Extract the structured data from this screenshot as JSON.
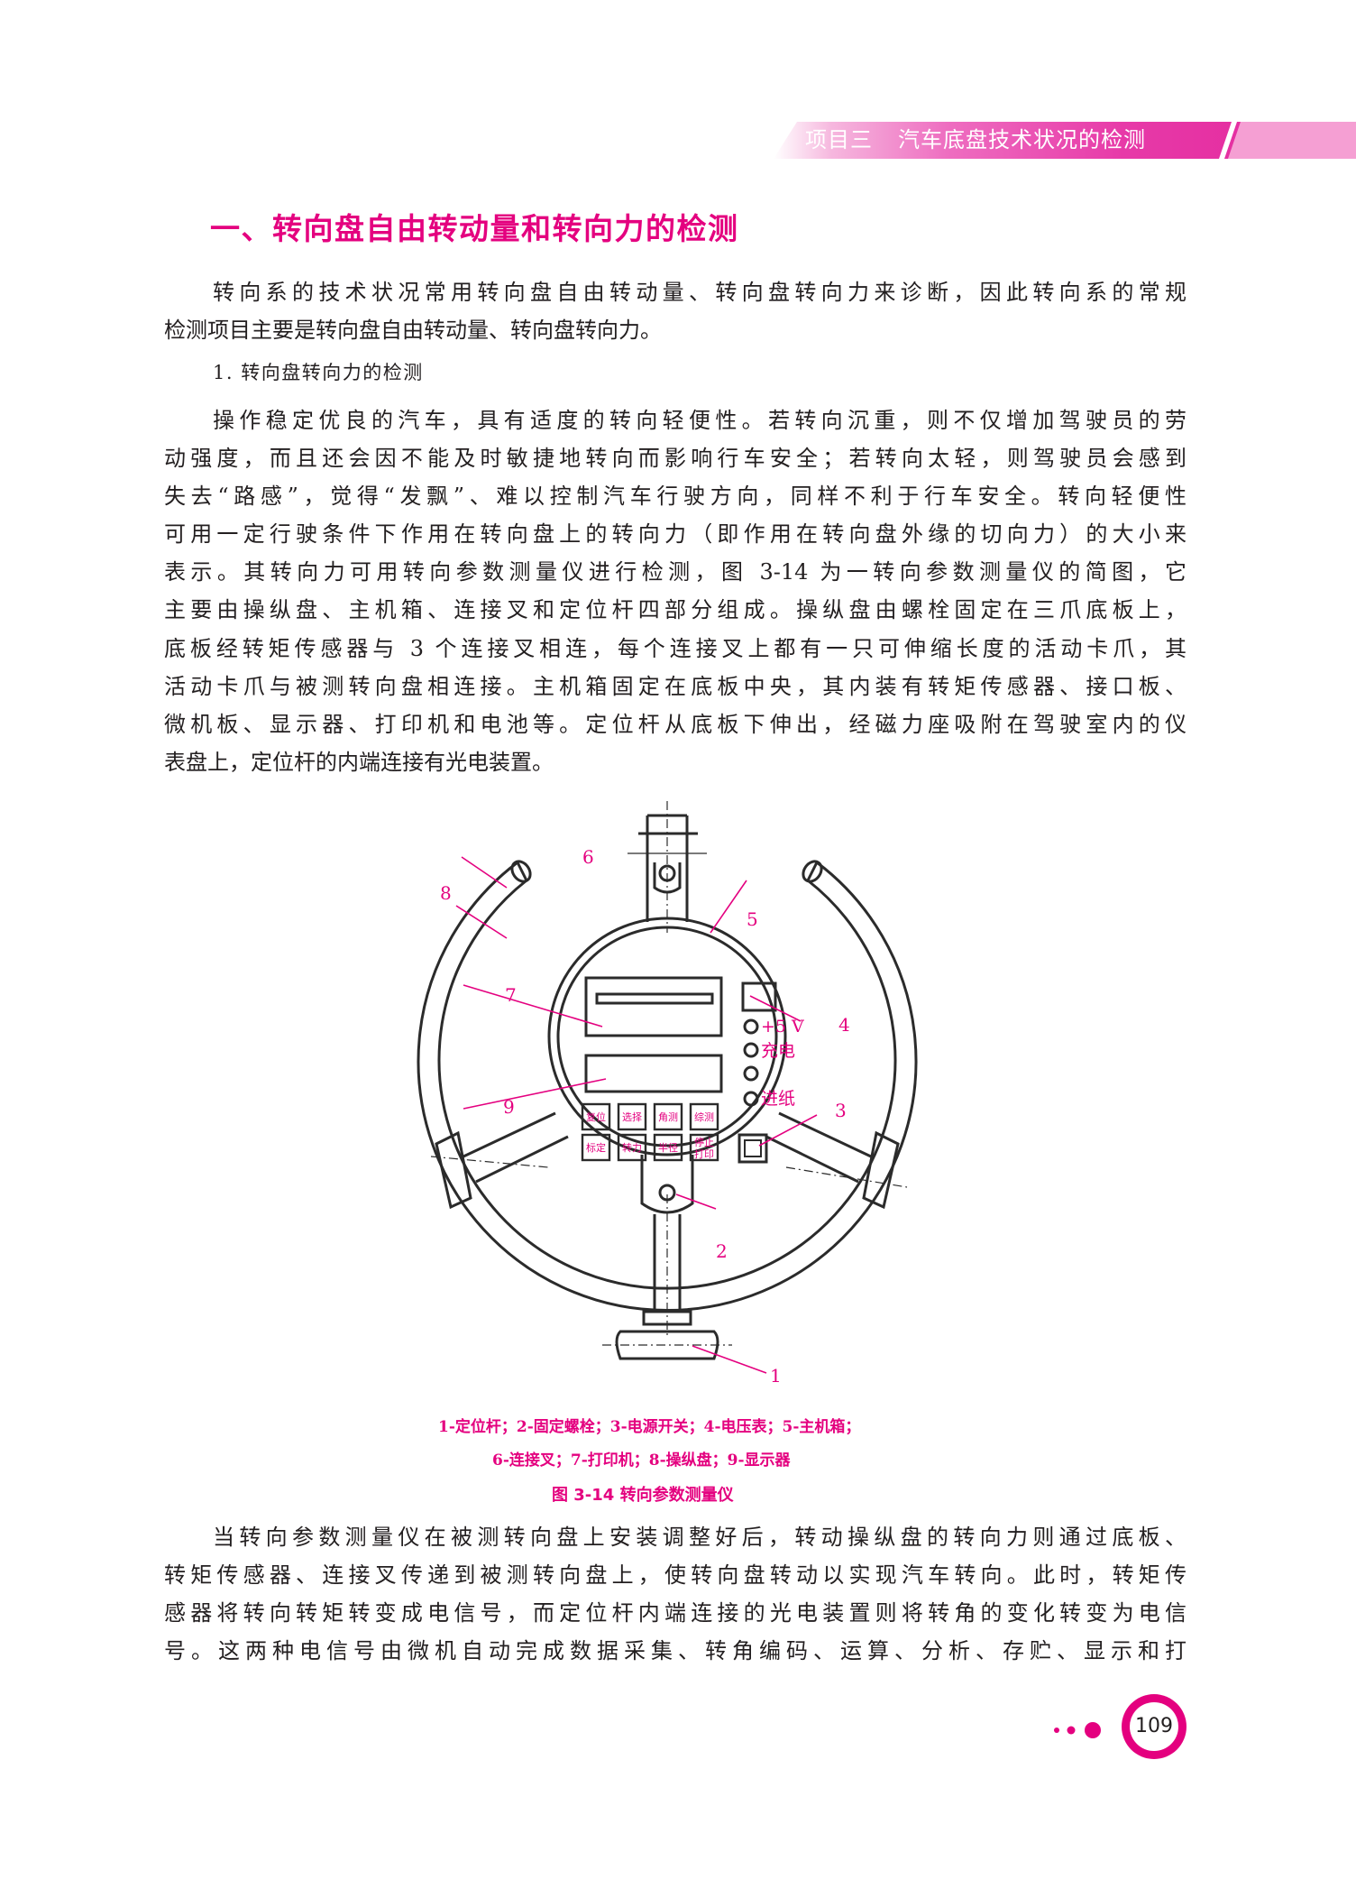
{
  "header": {
    "project": "项目三",
    "chapter": "汽车底盘技术状况的检测"
  },
  "section_title": "一、转向盘自由转动量和转向力的检测",
  "intro_lines": [
    "转向系的技术状况常用转向盘自由转动量、转向盘转向力来诊断，因此转向系的常规",
    "检测项目主要是转向盘自由转动量、转向盘转向力。"
  ],
  "subsection_title": "1. 转向盘转向力的检测",
  "body_lines": [
    "操作稳定优良的汽车，具有适度的转向轻便性。若转向沉重，则不仅增加驾驶员的劳",
    "动强度，而且还会因不能及时敏捷地转向而影响行车安全；若转向太轻，则驾驶员会感到",
    "失去“路感”，觉得“发飘”、难以控制汽车行驶方向，同样不利于行车安全。转向轻便性",
    "可用一定行驶条件下作用在转向盘上的转向力（即作用在转向盘外缘的切向力）的大小来",
    "表示。其转向力可用转向参数测量仪进行检测，图 3-14 为一转向参数测量仪的简图，它",
    "主要由操纵盘、主机箱、连接叉和定位杆四部分组成。操纵盘由螺栓固定在三爪底板上，",
    "底板经转矩传感器与 3 个连接叉相连，每个连接叉上都有一只可伸缩长度的活动卡爪，其",
    "活动卡爪与被测转向盘相连接。主机箱固定在底板中央，其内装有转矩传感器、接口板、",
    "微机板、显示器、打印机和电池等。定位杆从底板下伸出，经磁力座吸附在驾驶室内的仪",
    "表盘上，定位杆的内端连接有光电装置。"
  ],
  "figure": {
    "callouts": [
      "1",
      "2",
      "3",
      "4",
      "5",
      "6",
      "7",
      "8",
      "9"
    ],
    "panel_labels": {
      "voltage": "+5 V",
      "charge": "充电",
      "paper_feed": "进纸"
    },
    "keys_row1": [
      "复位",
      "选择",
      "角测",
      "综测"
    ],
    "keys_row2": [
      "标定",
      "转力",
      "半径"
    ],
    "key_stop_print": [
      "停止",
      "打印"
    ],
    "caption_legend_line1": "1-定位杆；2-固定螺栓；3-电源开关；4-电压表；5-主机箱；",
    "caption_legend_line2": "6-连接叉；7-打印机；8-操纵盘；9-显示器",
    "caption_title": "图 3-14    转向参数测量仪"
  },
  "closing_lines": [
    "当转向参数测量仪在被测转向盘上安装调整好后，转动操纵盘的转向力则通过底板、",
    "转矩传感器、连接叉传递到被测转向盘上，使转向盘转动以实现汽车转向。此时，转矩传",
    "感器将转向转矩转变成电信号，而定位杆内端连接的光电装置则将转角的变化转变为电信",
    "号。这两种电信号由微机自动完成数据采集、转角编码、运算、分析、存贮、显示和打"
  ],
  "page_number": "109",
  "colors": {
    "accent": "#e4007f",
    "text": "#231f20",
    "line_art": "#2b2b2b"
  }
}
